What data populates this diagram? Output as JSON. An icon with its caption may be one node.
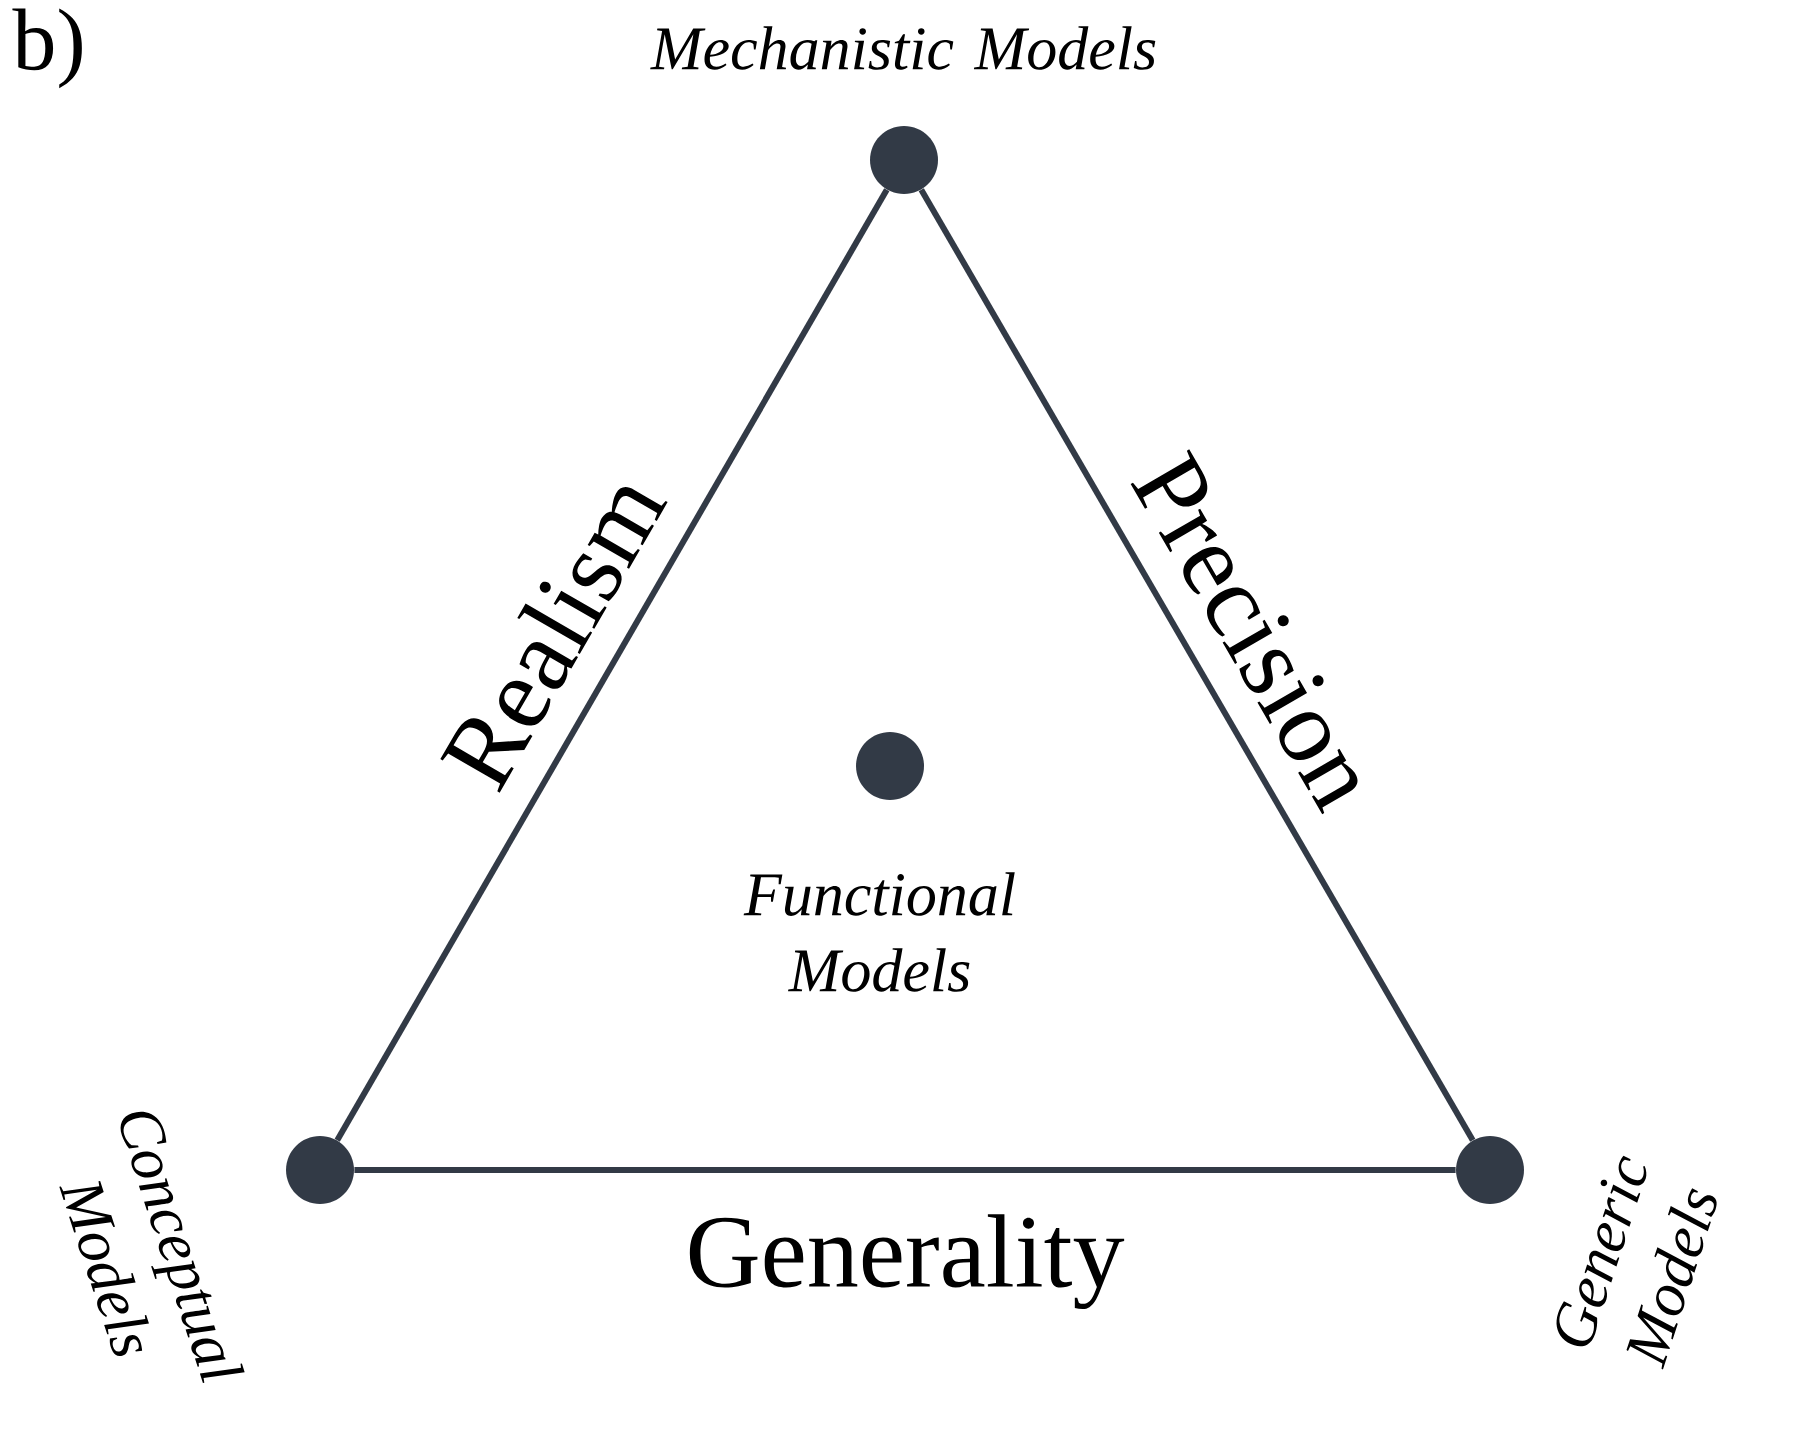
{
  "diagram": {
    "nodes": [
      {
        "text": [
          "Mechanistic Models"
        ]
      },
      {
        "text": [
          "Conceptual Models"
        ]
      },
      {
        "text": [
          "Generic Models"
        ]
      },
      {
        "text": [
          "Functional Models"
        ]
      }
    ],
    "edges": [
      {
        "from": 1,
        "to": 0,
        "arrow": "none",
        "label": "Realism"
      },
      {
        "from": 0,
        "to": 2,
        "arrow": "none",
        "label": "Precision"
      },
      {
        "from": 1,
        "to": 2,
        "arrow": "none",
        "label": "Generality"
      }
    ],
    "labels": [
      "b)"
    ]
  }
}
